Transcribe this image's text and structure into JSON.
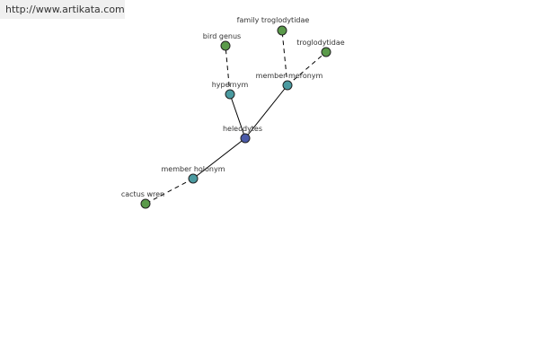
{
  "header": {
    "site_url": "http://www.artikata.com"
  },
  "colors": {
    "leaf_node": "#5a9a4a",
    "relation_node": "#4a9aa0",
    "root_node": "#4a5aa8",
    "edge": "#000000"
  },
  "graph": {
    "nodes": [
      {
        "id": "bird-genus",
        "label": "bird genus",
        "kind": "leaf"
      },
      {
        "id": "family-troglodytidae",
        "label": "family troglodytidae",
        "kind": "leaf"
      },
      {
        "id": "troglodytidae",
        "label": "troglodytidae",
        "kind": "leaf"
      },
      {
        "id": "hypernym",
        "label": "hypernym",
        "kind": "relation"
      },
      {
        "id": "member-meronym",
        "label": "member meronym",
        "kind": "relation"
      },
      {
        "id": "heleodytes",
        "label": "heleodytes",
        "kind": "root"
      },
      {
        "id": "member-holonym",
        "label": "member holonym",
        "kind": "relation"
      },
      {
        "id": "cactus-wren",
        "label": "cactus wren",
        "kind": "leaf"
      }
    ],
    "edges": [
      {
        "from": "heleodytes",
        "to": "hypernym",
        "style": "solid"
      },
      {
        "from": "heleodytes",
        "to": "member-meronym",
        "style": "solid"
      },
      {
        "from": "heleodytes",
        "to": "member-holonym",
        "style": "solid"
      },
      {
        "from": "hypernym",
        "to": "bird-genus",
        "style": "dashed"
      },
      {
        "from": "member-meronym",
        "to": "family-troglodytidae",
        "style": "dashed"
      },
      {
        "from": "member-meronym",
        "to": "troglodytidae",
        "style": "dashed"
      },
      {
        "from": "member-holonym",
        "to": "cactus-wren",
        "style": "dashed"
      }
    ]
  }
}
